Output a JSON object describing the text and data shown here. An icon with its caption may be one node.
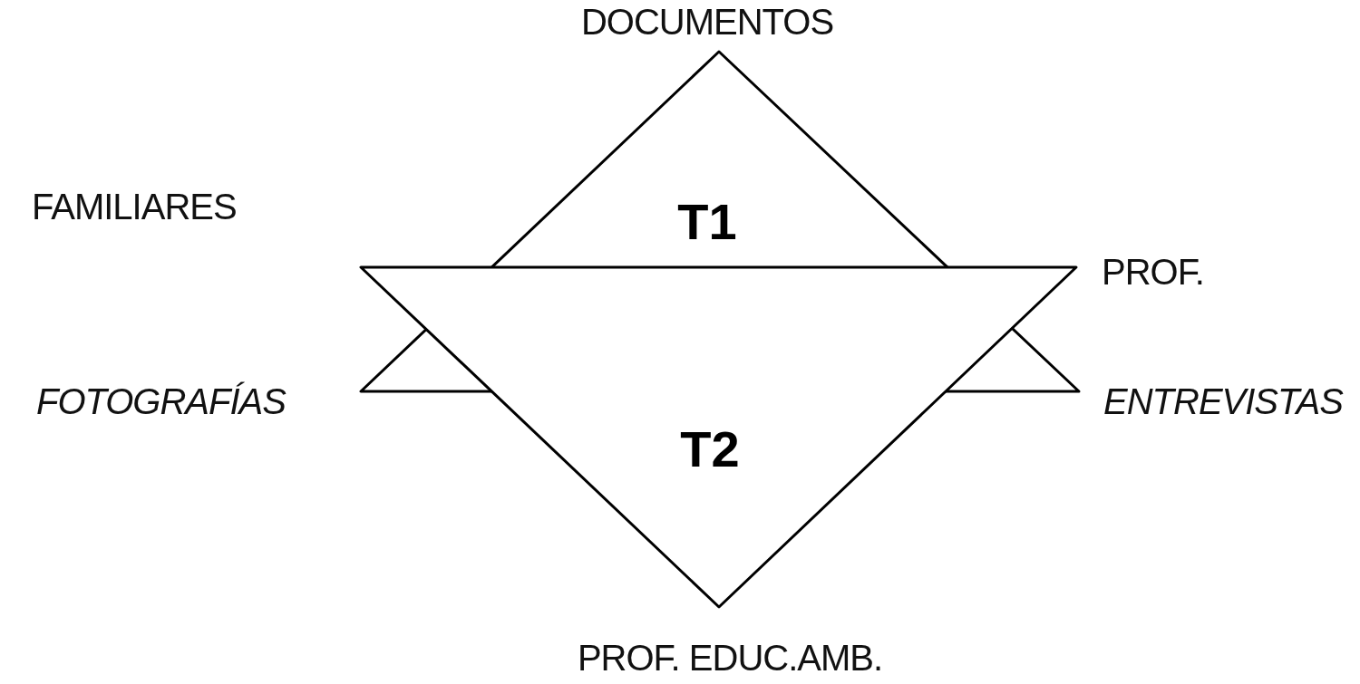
{
  "diagram": {
    "nodes": [
      {
        "text": [
          "T1"
        ]
      },
      {
        "text": [
          "T2"
        ]
      }
    ],
    "edges": [],
    "labels": [
      "DOCUMENTOS",
      "FAMILIARES",
      "PROF.",
      "FOTOGRAFÍAS",
      "ENTREVISTAS",
      "PROF. EDUC.AMB."
    ]
  }
}
